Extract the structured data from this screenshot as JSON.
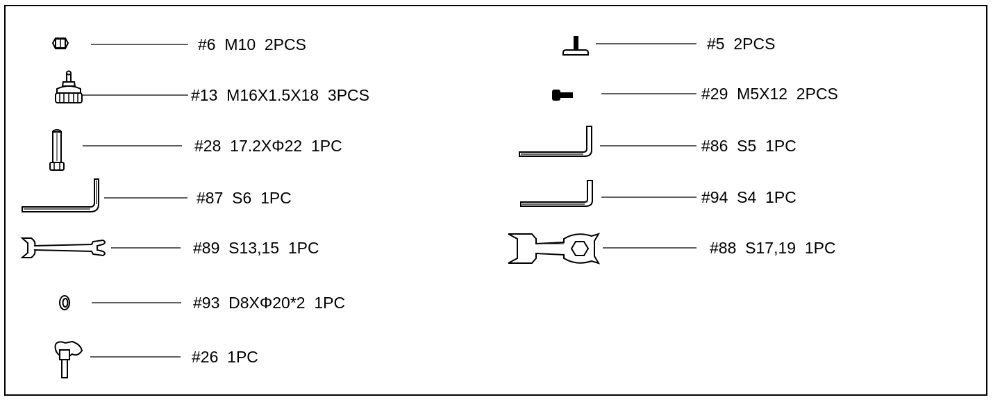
{
  "parts": {
    "left": [
      {
        "label": "#6  M10  2PCS",
        "icon": "hex-nut-icon"
      },
      {
        "label": "#13  M16X1.5X18  3PCS",
        "icon": "flanged-fitting-icon"
      },
      {
        "label": "#28  17.2XΦ22  1PC",
        "icon": "axle-bolt-icon"
      },
      {
        "label": "#87  S6  1PC",
        "icon": "allen-key-icon"
      },
      {
        "label": "#89  S13,15  1PC",
        "icon": "open-end-wrench-icon"
      },
      {
        "label": "#93  D8XΦ20*2  1PC",
        "icon": "washer-icon"
      },
      {
        "label": "#26  1PC",
        "icon": "wing-knob-bolt-icon"
      }
    ],
    "right": [
      {
        "label": "#5  2PCS",
        "icon": "rubber-foot-icon"
      },
      {
        "label": "#29  M5X12  2PCS",
        "icon": "socket-cap-screw-icon"
      },
      {
        "label": "#86  S5  1PC",
        "icon": "allen-key-icon"
      },
      {
        "label": "#94  S4  1PC",
        "icon": "allen-key-icon"
      },
      {
        "label": "#88  S17,19  1PC",
        "icon": "double-head-wrench-icon"
      }
    ]
  }
}
